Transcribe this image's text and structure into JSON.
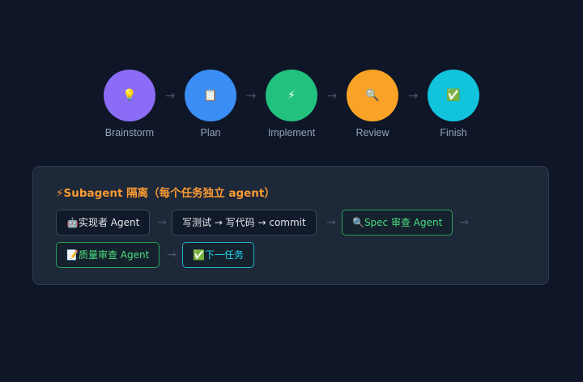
{
  "workflow": {
    "steps": [
      {
        "label": "Brainstorm",
        "icon": "💡",
        "icon_name": "lightbulb-icon",
        "color": "#8b6cf6"
      },
      {
        "label": "Plan",
        "icon": "📋",
        "icon_name": "clipboard-icon",
        "color": "#3b8ef6"
      },
      {
        "label": "Implement",
        "icon": "⚡",
        "icon_name": "lightning-icon",
        "color": "#22c17e"
      },
      {
        "label": "Review",
        "icon": "🔍",
        "icon_name": "magnifier-icon",
        "color": "#f8a326"
      },
      {
        "label": "Finish",
        "icon": "✅",
        "icon_name": "check-icon",
        "color": "#12c3dc"
      }
    ],
    "arrow": "→"
  },
  "subagent": {
    "title": "⚡Subagent 隔离（每个任务独立 agent）",
    "chips": [
      {
        "label": "🤖实现者 Agent",
        "style": "default"
      },
      {
        "label": "写测试 → 写代码 → commit",
        "style": "default"
      },
      {
        "label": "🔍Spec 审查 Agent",
        "style": "green"
      },
      {
        "label": "📝质量审查 Agent",
        "style": "green"
      },
      {
        "label": "✅下一任务",
        "style": "cyan"
      }
    ],
    "arrow": "→",
    "colors": {
      "title": "#fb9b32",
      "green": "#4ade80",
      "cyan": "#22d3ee"
    }
  }
}
